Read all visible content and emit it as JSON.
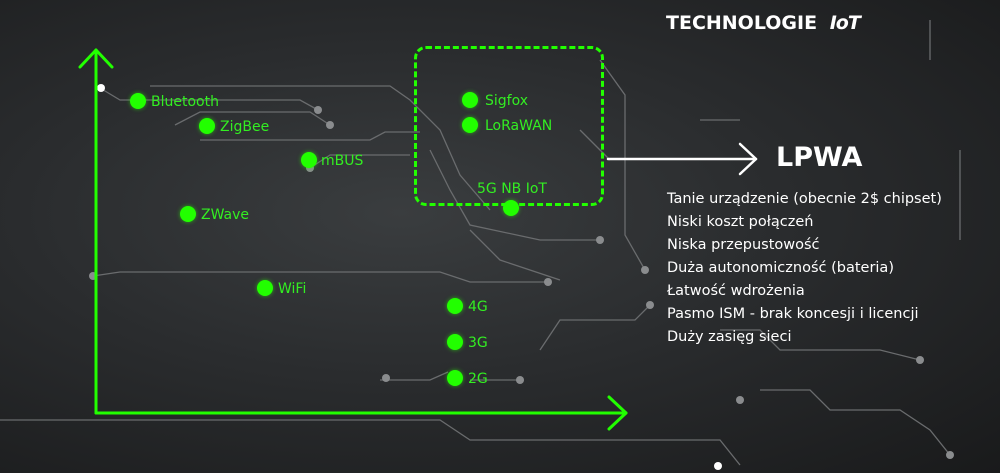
{
  "brand": {
    "title": "TECHNOLOGIE",
    "logo": "IoT"
  },
  "lpwa": {
    "title": "LPWA",
    "features": [
      "Tanie urządzenie (obecnie 2$ chipset)",
      "Niski koszt połączeń",
      "Niska przepustowość",
      "Duża autonomiczność (bateria)",
      "Łatwość wdrożenia",
      "Pasmo ISM - brak koncesji i licencji",
      "Duży zasięg sieci"
    ]
  },
  "technologies": {
    "bluetooth": "Bluetooth",
    "zigbee": "ZigBee",
    "mbus": "mBUS",
    "zwave": "ZWave",
    "wifi": "WiFi",
    "sigfox": "Sigfox",
    "lorawan": "LoRaWAN",
    "nbiot": "5G NB IoT",
    "g4": "4G",
    "g3": "3G",
    "g2": "2G"
  },
  "colors": {
    "accent": "#22ff00",
    "background": "#2a2c2e",
    "circuit": "#6a6c6e",
    "text": "#ffffff"
  }
}
